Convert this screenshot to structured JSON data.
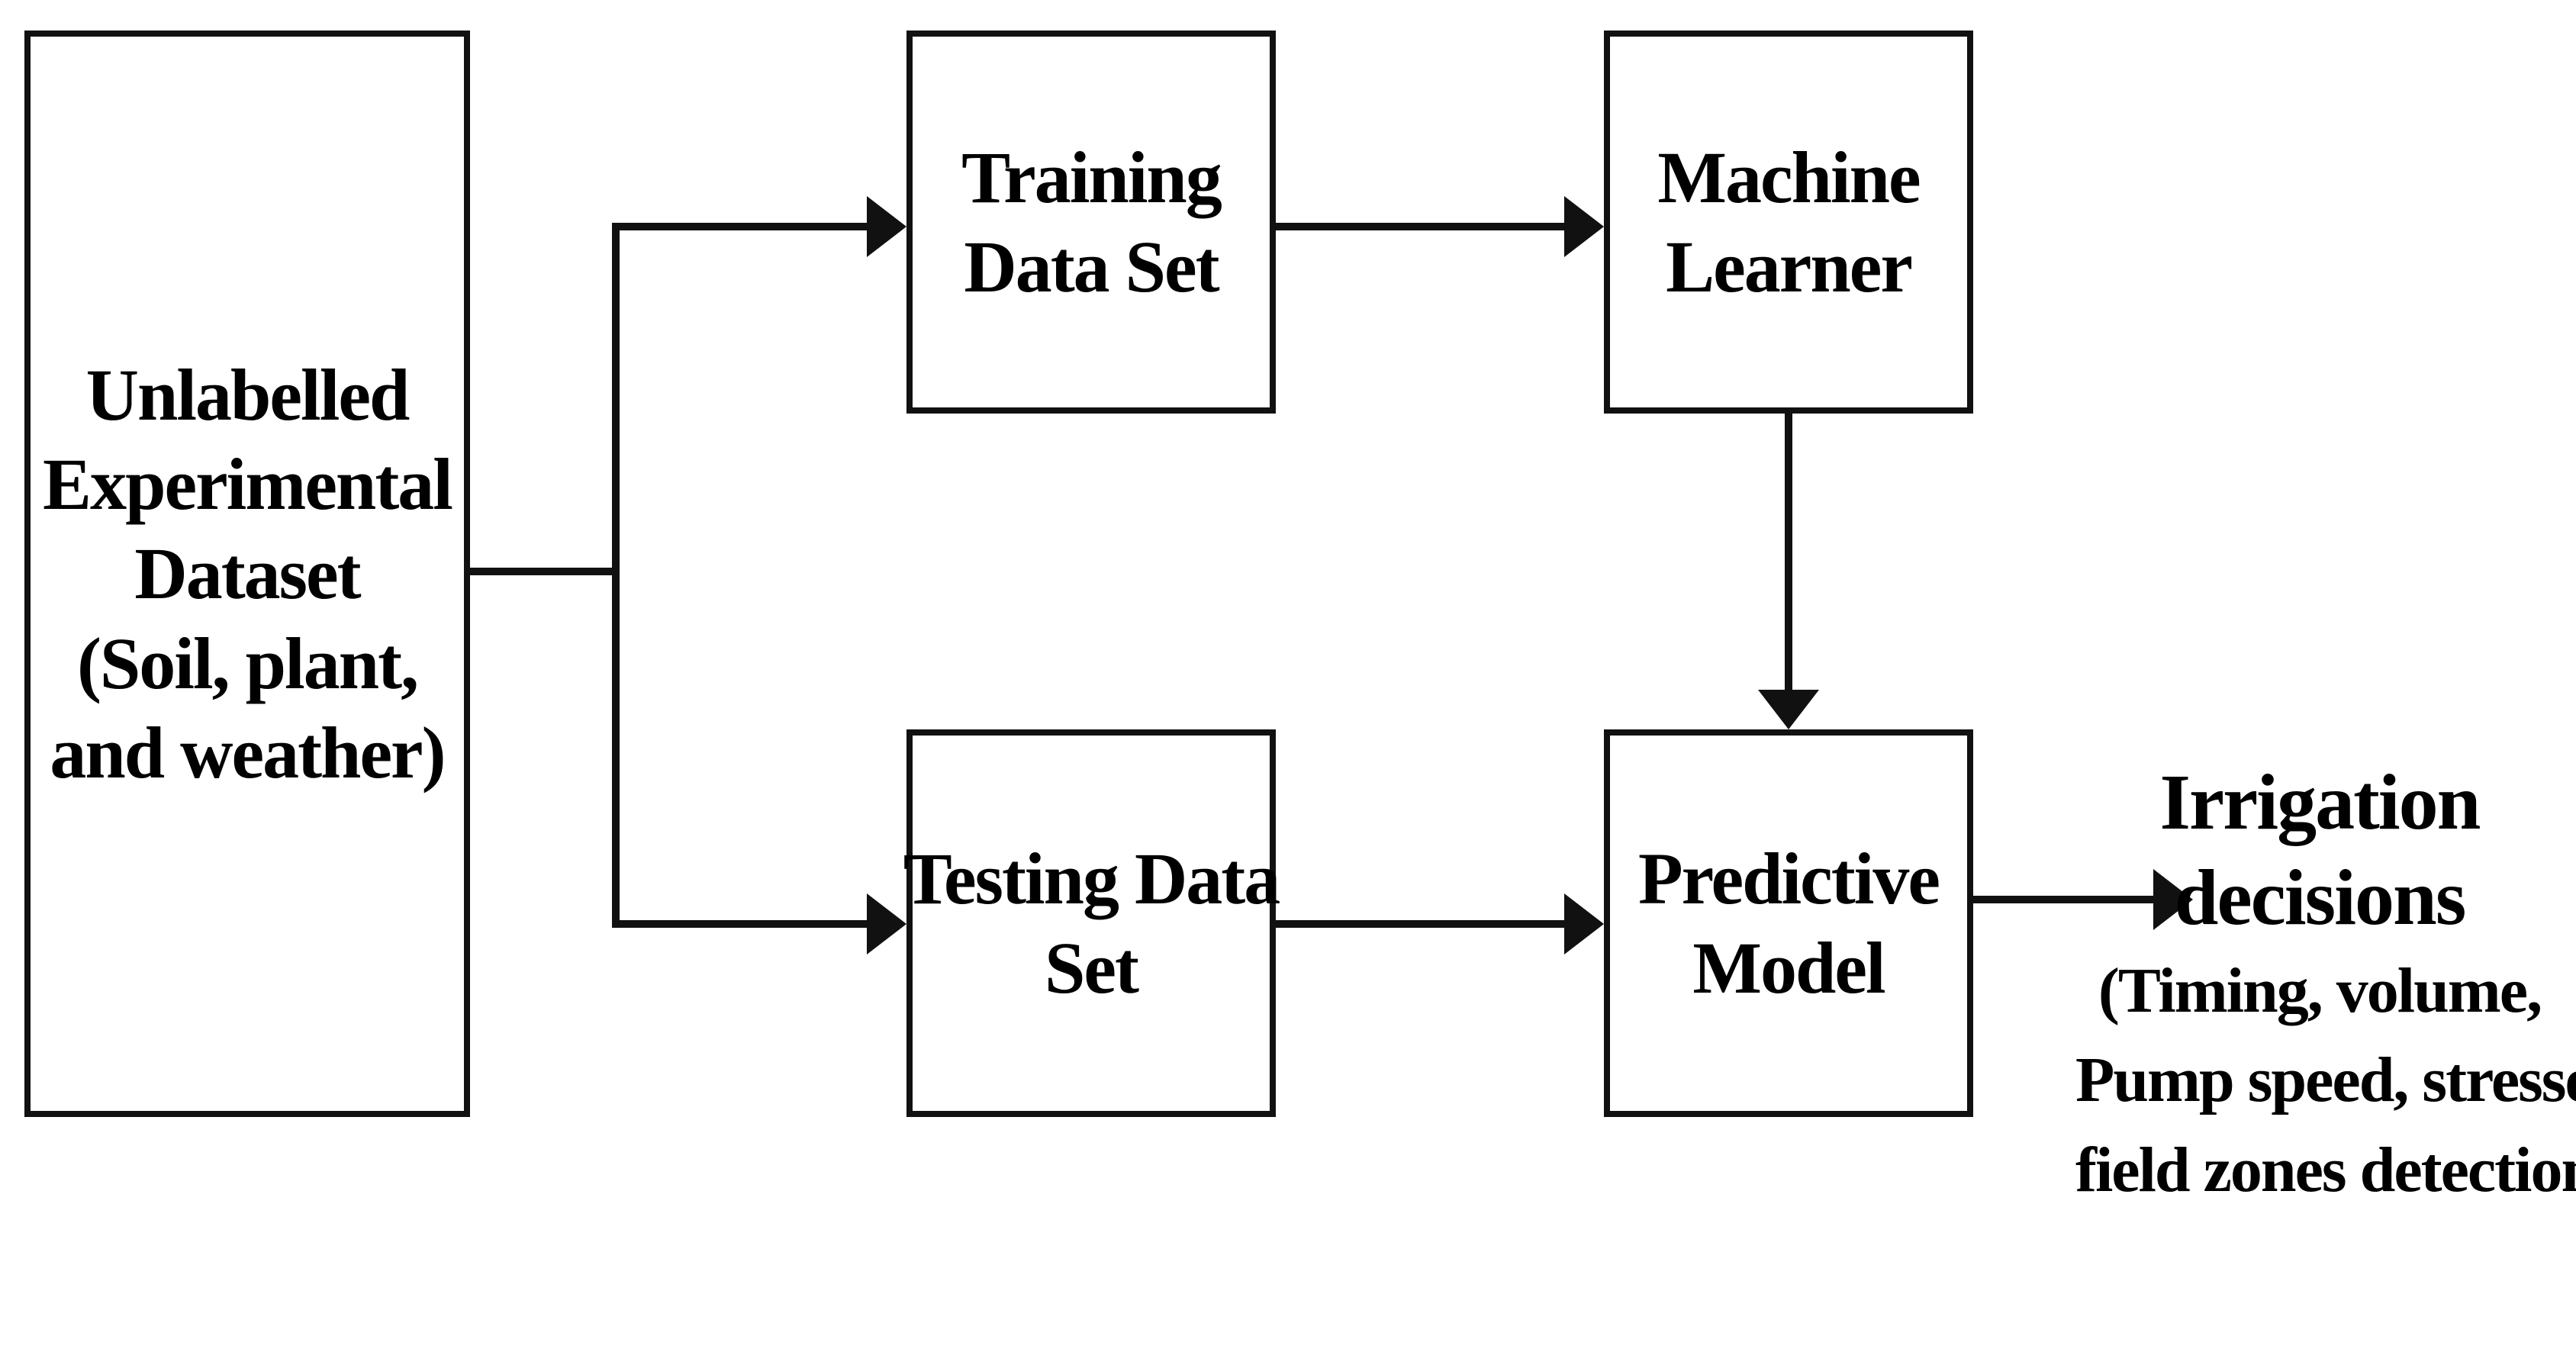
{
  "nodes": {
    "dataset": {
      "lines": [
        "Unlabelled",
        "Experimental",
        "Dataset"
      ],
      "sub_lines": [
        "(Soil, plant,",
        "and weather)"
      ]
    },
    "training": {
      "lines": [
        "Training",
        "Data Set"
      ]
    },
    "testing": {
      "lines": [
        "Testing Data",
        "Set"
      ]
    },
    "learner": {
      "lines": [
        "Machine",
        "Learner"
      ]
    },
    "model": {
      "lines": [
        "Predictive",
        "Model"
      ]
    }
  },
  "output": {
    "title_lines": [
      "Irrigation",
      "decisions"
    ],
    "detail_lines": [
      "(Timing, volume,",
      "Pump speed, stressed",
      "field zones detection)"
    ]
  }
}
